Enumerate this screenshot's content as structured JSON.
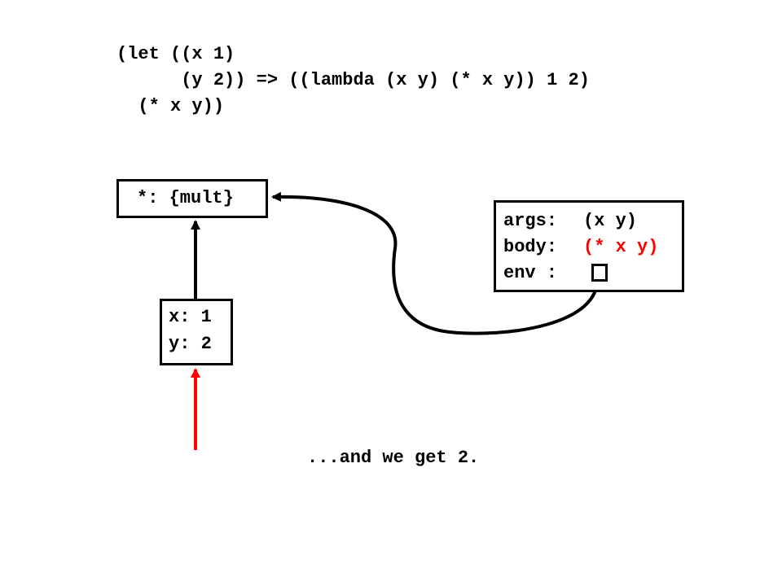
{
  "code": {
    "line1": "(let ((x 1)",
    "line2": "      (y 2)) => ((lambda (x y) (* x y)) 1 2)",
    "line3": "  (* x y))"
  },
  "global_frame": {
    "binding": "*: {mult}"
  },
  "local_frame": {
    "x_binding": "x: 1",
    "y_binding": "y: 2"
  },
  "closure": {
    "args_label": "args:",
    "args_value": "(x y)",
    "body_label": "body:",
    "body_value": "(* x y)",
    "env_label": "env :"
  },
  "colors": {
    "highlight": "#ff0000",
    "ink": "#000000"
  },
  "footer": "...and we get 2."
}
